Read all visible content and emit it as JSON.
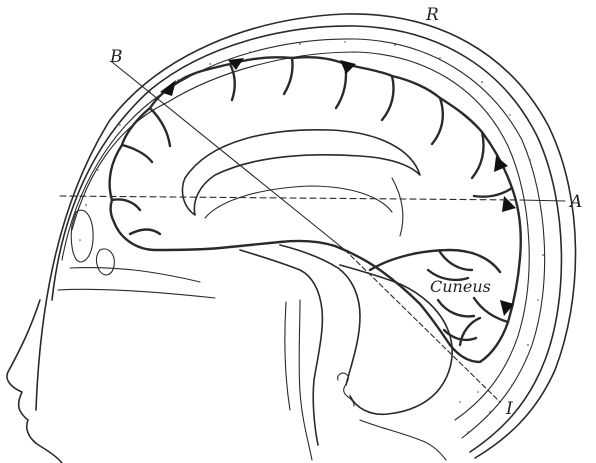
{
  "figure": {
    "labels": {
      "R": "R",
      "B": "B",
      "A": "A",
      "I": "I",
      "cuneus": "Cuneus"
    }
  }
}
